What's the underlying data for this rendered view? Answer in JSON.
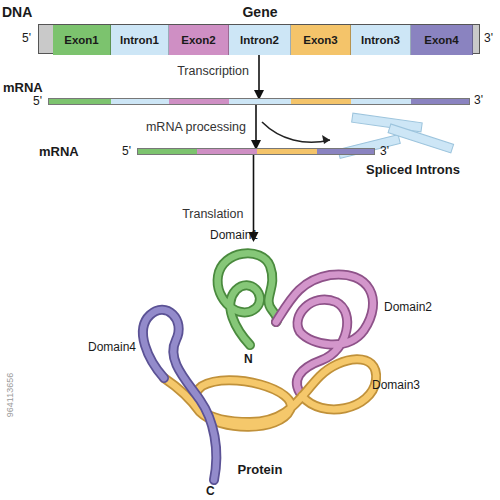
{
  "diagram": {
    "nodes": [
      {
        "text": [
          "Gene"
        ]
      },
      {
        "text": [
          "Exon1"
        ],
        "in": 0
      },
      {
        "text": [
          "Intron1"
        ],
        "in": 0
      },
      {
        "text": [
          "Exon2"
        ],
        "in": 0
      },
      {
        "text": [
          "Intron2"
        ],
        "in": 0
      },
      {
        "text": [
          "Exon3"
        ],
        "in": 0
      },
      {
        "text": [
          "Intron3"
        ],
        "in": 0
      },
      {
        "text": [
          "Exon4"
        ],
        "in": 0
      },
      {
        "text": [
          "mRNA"
        ]
      },
      {
        "text": [
          "mRNA"
        ]
      },
      {
        "text": [
          "Protein"
        ]
      }
    ],
    "edges": [
      {
        "from": 0,
        "to": 8,
        "label": "Transcription",
        "arrow": "to"
      },
      {
        "from": 8,
        "to": 9,
        "label": "mRNA processing",
        "arrow": "to"
      },
      {
        "from": 9,
        "to": 10,
        "label": "Translation",
        "arrow": "to"
      }
    ],
    "labels": [
      "DNA",
      "5'",
      "3'",
      "5'",
      "3'",
      "5'",
      "3'",
      "Spliced Introns",
      "Domain1",
      "Domain2",
      "Domain3",
      "Domain4",
      "N",
      "C",
      "964113656"
    ]
  }
}
